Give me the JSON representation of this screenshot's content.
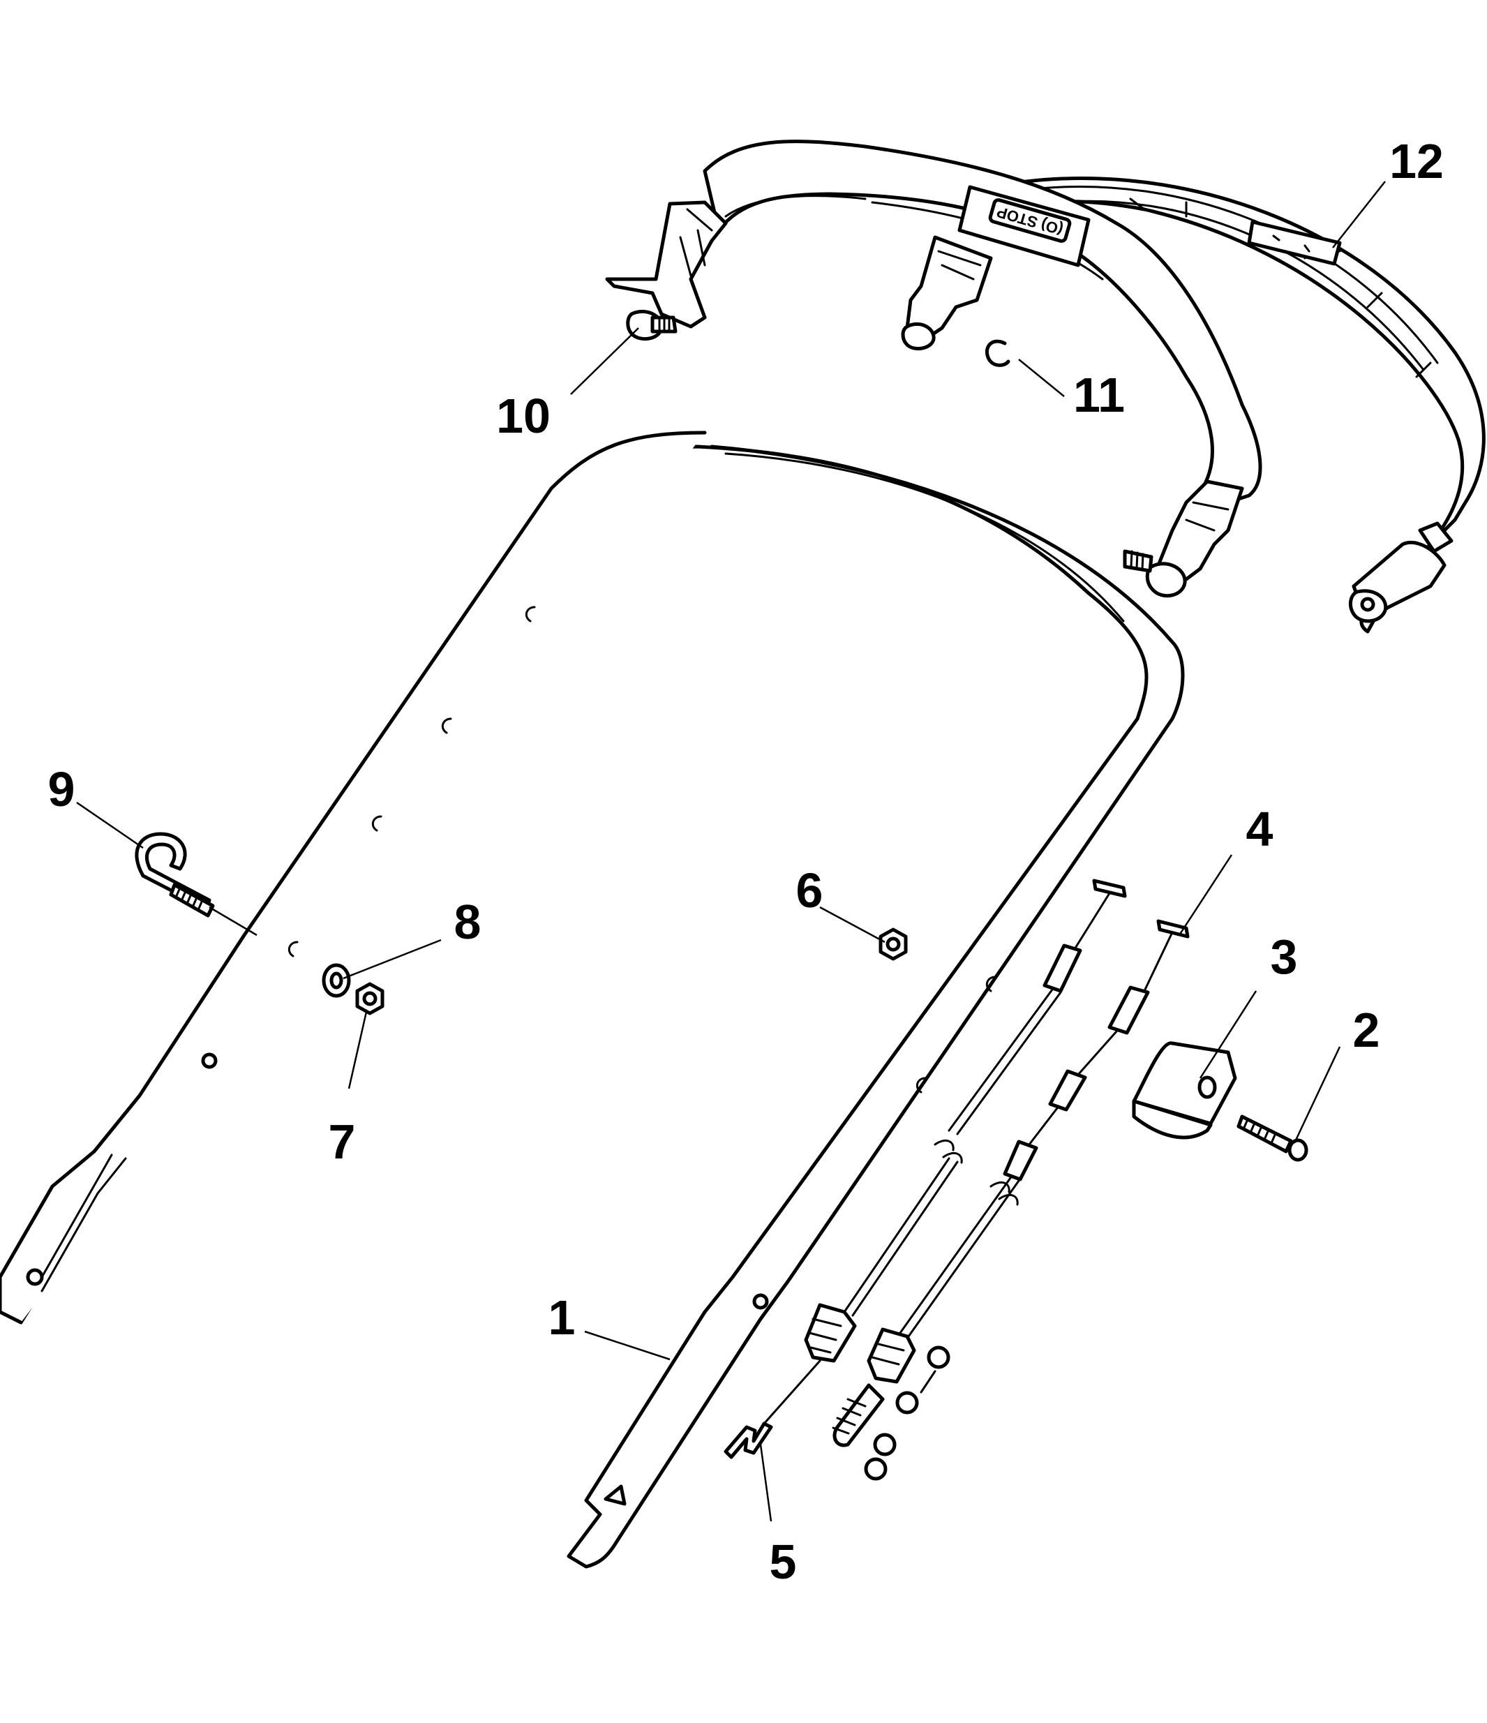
{
  "callouts": [
    {
      "id": "1",
      "text": "1"
    },
    {
      "id": "2",
      "text": "2"
    },
    {
      "id": "3",
      "text": "3"
    },
    {
      "id": "4",
      "text": "4"
    },
    {
      "id": "5",
      "text": "5"
    },
    {
      "id": "6",
      "text": "6"
    },
    {
      "id": "7",
      "text": "7"
    },
    {
      "id": "8",
      "text": "8"
    },
    {
      "id": "9",
      "text": "9"
    },
    {
      "id": "10",
      "text": "10"
    },
    {
      "id": "11",
      "text": "11"
    },
    {
      "id": "12",
      "text": "12"
    }
  ],
  "handle_stamp": "(O) STOP",
  "colors": {
    "line": "#000000",
    "background": "#ffffff"
  }
}
